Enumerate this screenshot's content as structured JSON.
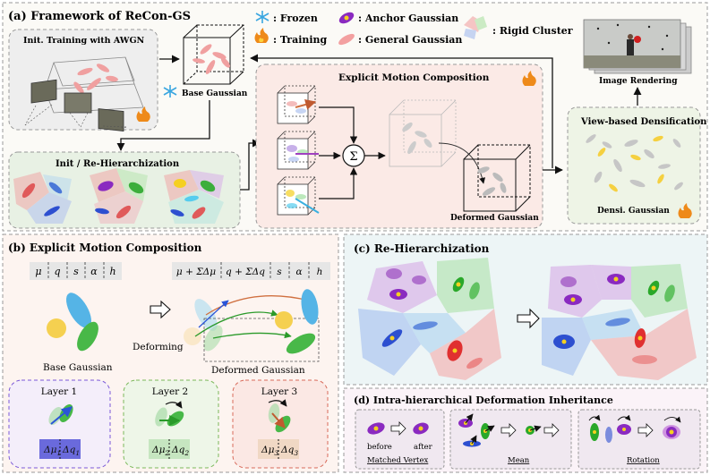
{
  "panel_a": {
    "title": "(a) Framework of ReCon-GS",
    "legend": {
      "frozen": ": Frozen",
      "training": ": Training",
      "anchor": ": Anchor Gaussian",
      "general": ": General Gaussian",
      "rigid": ": Rigid Cluster"
    },
    "init_training": "Init. Training with AWGN",
    "base_gaussian": "Base Gaussian",
    "init_rehier": "Init / Re-Hierarchization",
    "emc_title": "Explicit Motion Composition",
    "sum_symbol": "Σ",
    "deformed_gaussian": "Deformed Gaussian",
    "image_rendering": "Image Rendering",
    "densification": "View-based Densification",
    "densi_gaussian": "Densi. Gaussian"
  },
  "panel_b": {
    "title": "(b) Explicit Motion Composition",
    "attrs_base": [
      "μ",
      "q",
      "s",
      "α",
      "h"
    ],
    "attrs_deformed": [
      "μ + ΣΔμ",
      "q + ΣΔq",
      "s",
      "α",
      "h"
    ],
    "deforming": "Deforming",
    "base_gaussian": "Base Gaussian",
    "deformed_gaussian": "Deformed Gaussian",
    "layers": [
      {
        "title": "Layer 1",
        "dmu": "Δμ",
        "dmu_sub": "1",
        "dq": "Δq",
        "dq_sub": "1"
      },
      {
        "title": "Layer 2",
        "dmu": "Δμ",
        "dmu_sub": "2",
        "dq": "Δq",
        "dq_sub": "2"
      },
      {
        "title": "Layer 3",
        "dmu": "Δμ",
        "dmu_sub": "3",
        "dq": "Δq",
        "dq_sub": "3"
      }
    ]
  },
  "panel_c": {
    "title": "(c) Re-Hierarchization"
  },
  "panel_d": {
    "title": "(d) Intra-hierarchical Deformation Inheritance",
    "before": "before",
    "after": "after",
    "matched_vertex": "Matched Vertex",
    "mean": "Mean",
    "rotation": "Rotation"
  },
  "colors": {
    "red": "#e87a7a",
    "green": "#4cbb4c",
    "blue": "#4a78d8",
    "purple": "#a040c0",
    "yellow": "#f5d020",
    "cyan": "#55ccee",
    "orange_arrow": "#d07040"
  }
}
